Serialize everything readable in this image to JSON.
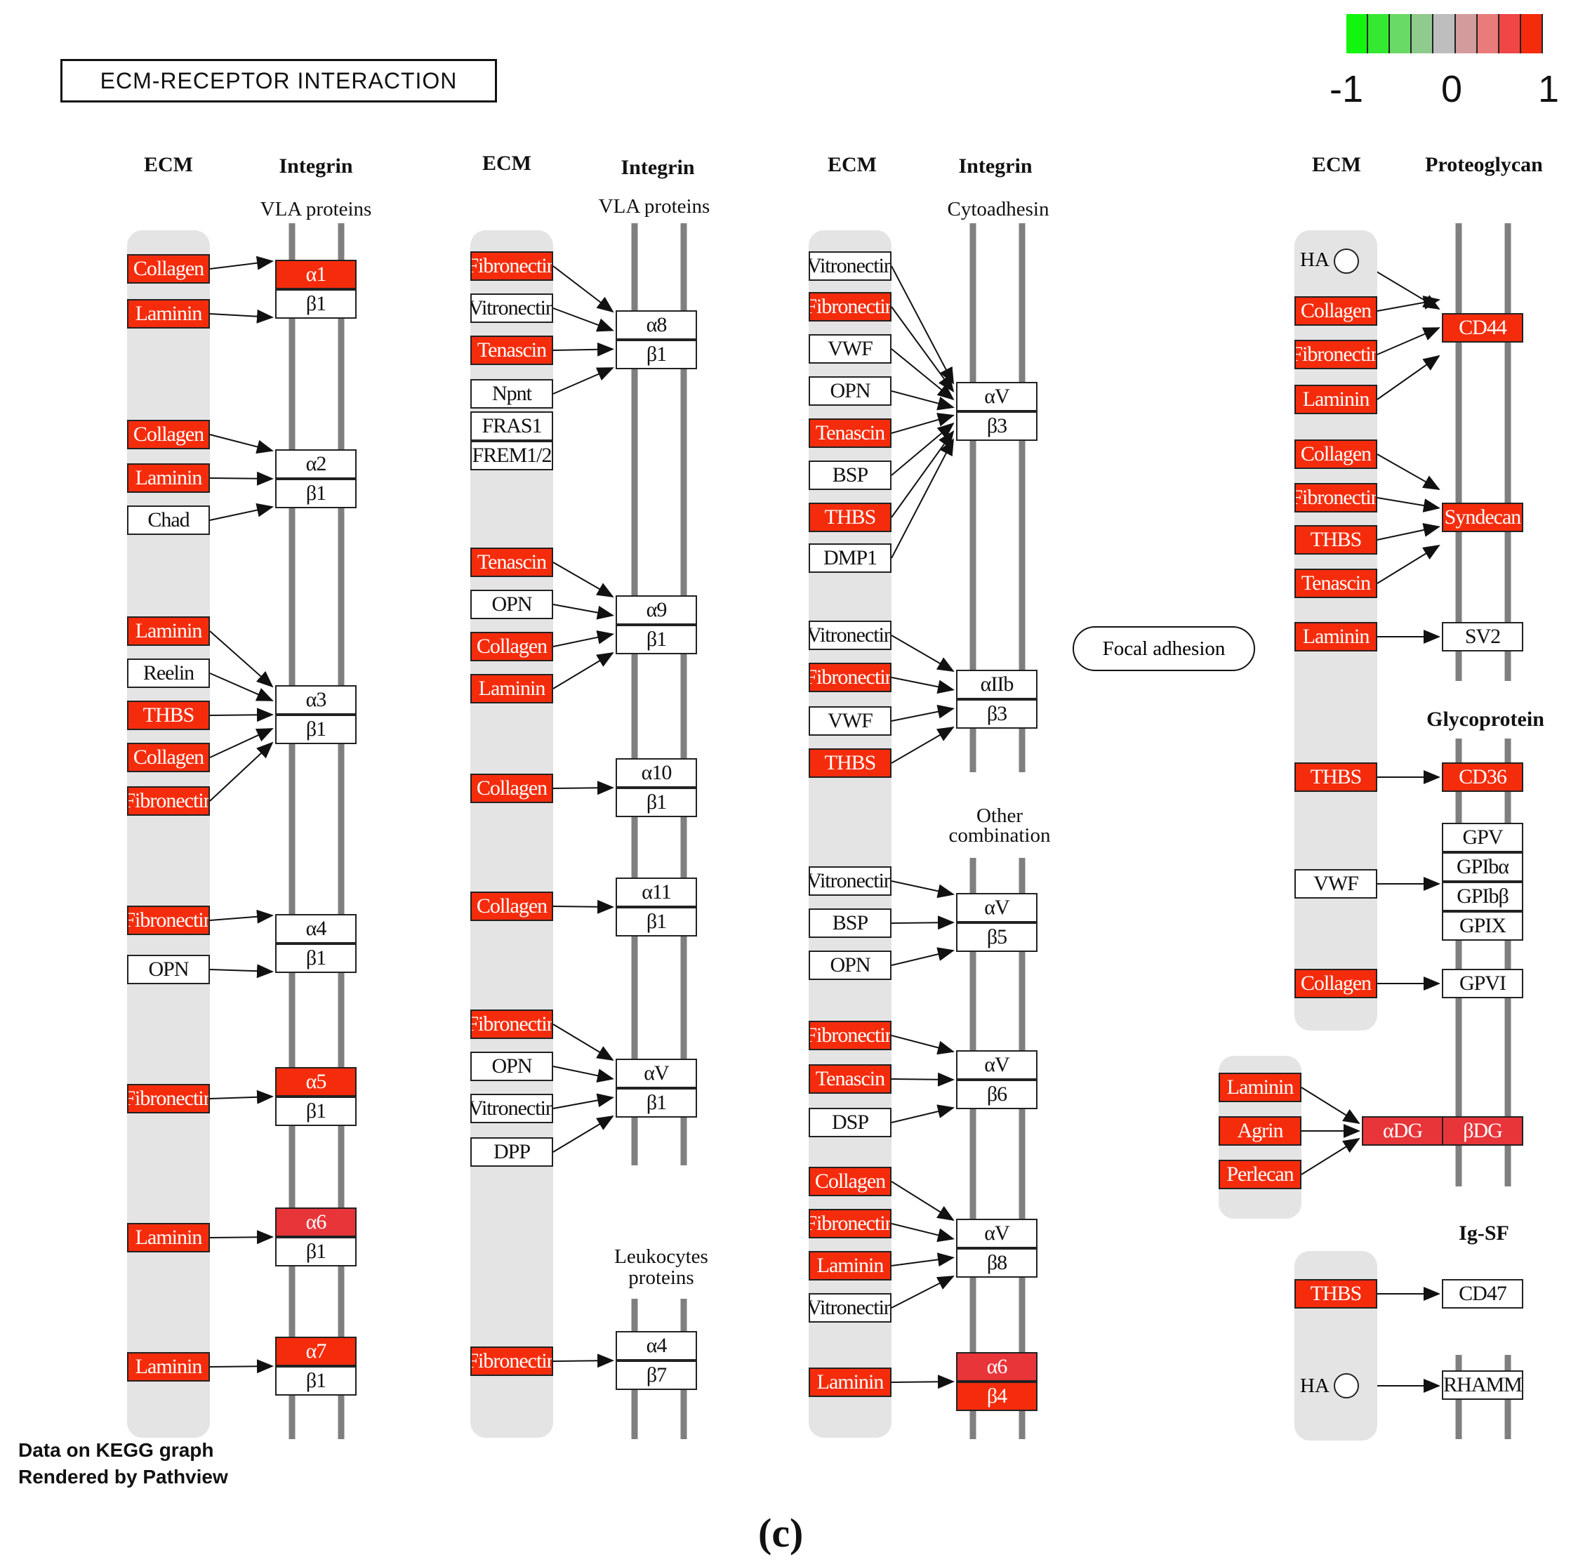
{
  "title": "ECM-RECEPTOR  INTERACTION",
  "legend": {
    "colors": [
      "#12f50f",
      "#35e831",
      "#6ada66",
      "#8ecb8c",
      "#bebebe",
      "#d39b9b",
      "#e97b7b",
      "#f04646",
      "#f52c0c"
    ],
    "min_label": "-1",
    "mid_label": "0",
    "max_label": "1"
  },
  "focal_adhesion": "Focal adhesion",
  "credit_line1": "Data on KEGG graph",
  "credit_line2": "Rendered by Pathview",
  "caption": "(c)",
  "columns": [
    {
      "ecm": "ECM",
      "right": "Integrin",
      "sub": "VLA proteins"
    },
    {
      "ecm": "ECM",
      "right": "Integrin",
      "sub": "VLA proteins"
    },
    {
      "ecm": "ECM",
      "right": "Integrin",
      "sub": "Cytoadhesin"
    },
    {
      "ecm": "ECM",
      "right": "Proteoglycan"
    }
  ],
  "sublabels": {
    "leukocytes_line1": "Leukocytes",
    "leukocytes_line2": "proteins",
    "other_line1": "Other",
    "other_line2": "combination",
    "glycoprotein": "Glycoprotein",
    "igsf": "Ig-SF",
    "ha": "HA"
  },
  "nodes": {
    "c1_col1": "Collagen",
    "c1_lam1": "Laminin",
    "c1_a1": "α1",
    "c1_b1a": "β1",
    "c1_col2": "Collagen",
    "c1_lam2": "Laminin",
    "c1_chad": "Chad",
    "c1_a2": "α2",
    "c1_b1b": "β1",
    "c1_lam3": "Laminin",
    "c1_reelin": "Reelin",
    "c1_thbs": "THBS",
    "c1_col3": "Collagen",
    "c1_fib1": "Fibronectin",
    "c1_a3": "α3",
    "c1_b1c": "β1",
    "c1_fib2": "Fibronectin",
    "c1_opn": "OPN",
    "c1_a4": "α4",
    "c1_b1d": "β1",
    "c1_fib3": "Fibronectin",
    "c1_a5": "α5",
    "c1_b1e": "β1",
    "c1_lam4": "Laminin",
    "c1_a6": "α6",
    "c1_b1f": "β1",
    "c1_lam5": "Laminin",
    "c1_a7": "α7",
    "c1_b1g": "β1",
    "c2_fib1": "Fibronectin",
    "c2_vit1": "Vitronectin",
    "c2_ten1": "Tenascin",
    "c2_npnt": "Npnt",
    "c2_fras1": "FRAS1",
    "c2_frem": "FREM1/2",
    "c2_a8": "α8",
    "c2_b1a": "β1",
    "c2_ten2": "Tenascin",
    "c2_opn1": "OPN",
    "c2_col1": "Collagen",
    "c2_lam1": "Laminin",
    "c2_a9": "α9",
    "c2_b1b": "β1",
    "c2_col2": "Collagen",
    "c2_a10": "α10",
    "c2_b1c": "β1",
    "c2_col3": "Collagen",
    "c2_a11": "α11",
    "c2_b1d": "β1",
    "c2_fib2": "Fibronectin",
    "c2_opn2": "OPN",
    "c2_vit2": "Vitronectin",
    "c2_dpp": "DPP",
    "c2_av": "αV",
    "c2_b1e": "β1",
    "c2_fib3": "Fibronectin",
    "c2_a4": "α4",
    "c2_b7": "β7",
    "c3_vit1": "Vitronectin",
    "c3_fib1": "Fibronectin",
    "c3_vwf1": "VWF",
    "c3_opn1": "OPN",
    "c3_ten1": "Tenascin",
    "c3_bsp1": "BSP",
    "c3_thbs1": "THBS",
    "c3_dmp1": "DMP1",
    "c3_av1": "αV",
    "c3_b3a": "β3",
    "c3_vit2": "Vitronectin",
    "c3_fib2": "Fibronectin",
    "c3_vwf2": "VWF",
    "c3_thbs2": "THBS",
    "c3_a2b": "αIIb",
    "c3_b3b": "β3",
    "c3_vit3": "Vitronectin",
    "c3_bsp2": "BSP",
    "c3_opn2": "OPN",
    "c3_av2": "αV",
    "c3_b5": "β5",
    "c3_fib3": "Fibronectin",
    "c3_ten2": "Tenascin",
    "c3_dsp": "DSP",
    "c3_av3": "αV",
    "c3_b6": "β6",
    "c3_col": "Collagen",
    "c3_fib4": "Fibronectin",
    "c3_lam1": "Laminin",
    "c3_vit4": "Vitronectin",
    "c3_av4": "αV",
    "c3_b8": "β8",
    "c3_lam2": "Laminin",
    "c3_a6": "α6",
    "c3_b4": "β4",
    "c4_col1": "Collagen",
    "c4_fib1": "Fibronectin",
    "c4_lam1": "Laminin",
    "c4_cd44": "CD44",
    "c4_col2": "Collagen",
    "c4_fib2": "Fibronectin",
    "c4_thbs1": "THBS",
    "c4_ten": "Tenascin",
    "c4_syn": "Syndecan",
    "c4_lam2": "Laminin",
    "c4_sv2": "SV2",
    "c4_thbs2": "THBS",
    "c4_cd36": "CD36",
    "c4_vwf": "VWF",
    "c4_gpv": "GPV",
    "c4_gpiba": "GPIbα",
    "c4_gpibb": "GPIbβ",
    "c4_gpix": "GPIX",
    "c4_col3": "Collagen",
    "c4_gpvi": "GPVI",
    "c4_lam3": "Laminin",
    "c4_agrin": "Agrin",
    "c4_perl": "Perlecan",
    "c4_adg": "αDG",
    "c4_bdg": "βDG",
    "c4_thbs3": "THBS",
    "c4_cd47": "CD47",
    "c4_rhamm": "RHAMM"
  }
}
